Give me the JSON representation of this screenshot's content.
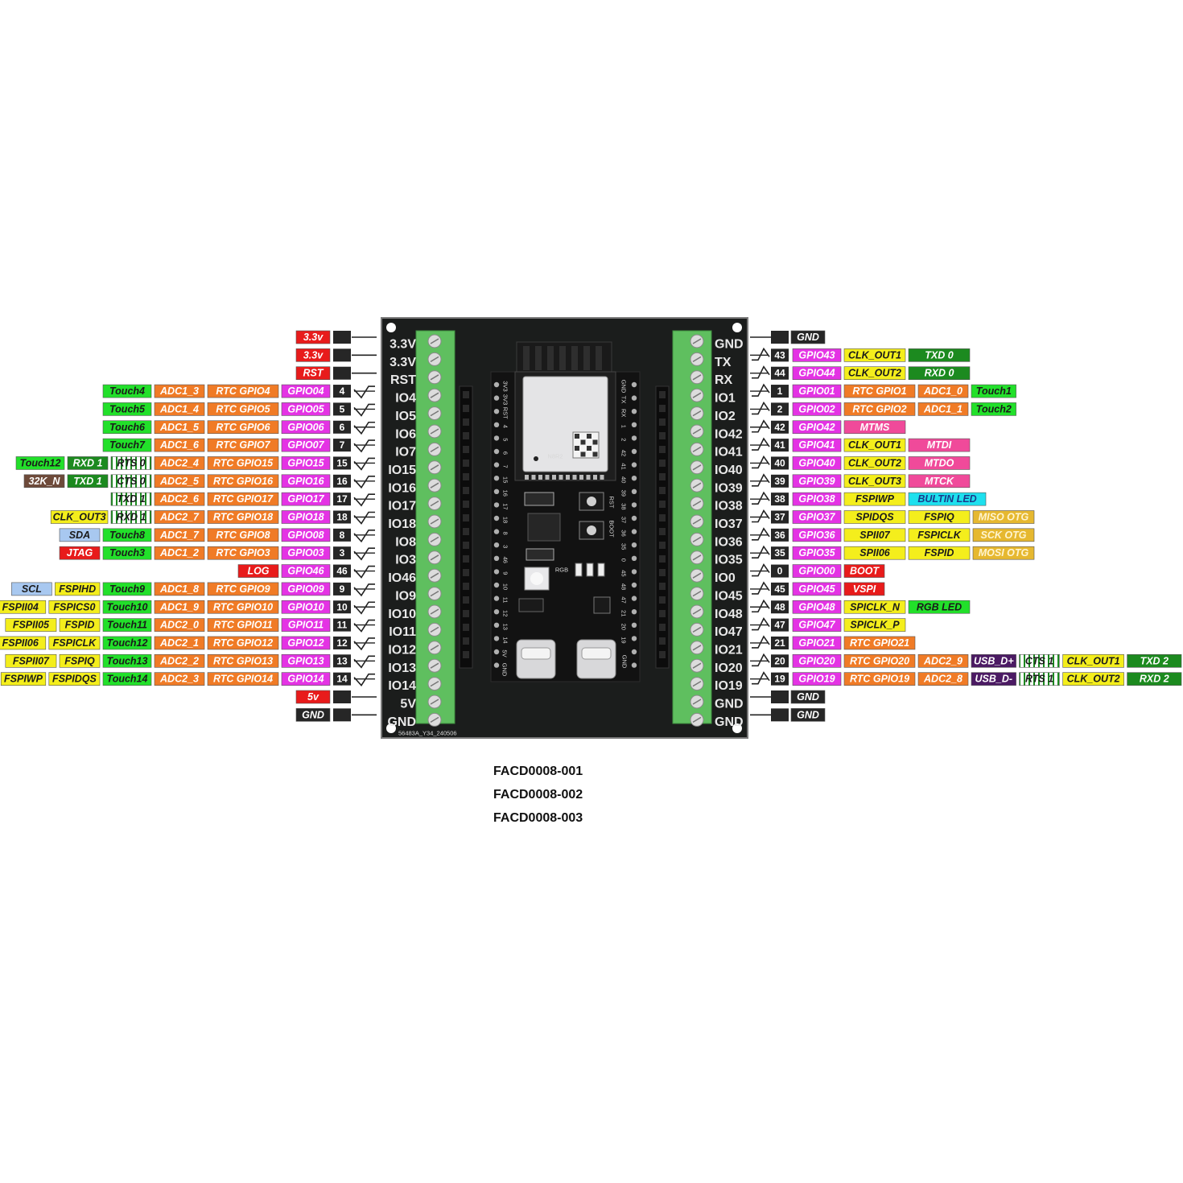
{
  "board": {
    "silkscreen": "56483A_Y34_240506",
    "module_text": "N8R2",
    "button_rst": "RST",
    "button_boot": "BOOT",
    "led_label": "RGB",
    "usb_left": "5V",
    "usb_left_gnd": "GND",
    "usb_right_gnd": "GND",
    "header_top": [
      "3V3",
      "3V3",
      "RST",
      "4",
      "5",
      "6",
      "7",
      "15",
      "16",
      "17",
      "18",
      "8",
      "3",
      "46",
      "9",
      "10",
      "11",
      "12",
      "13",
      "14"
    ],
    "header_top_right": [
      "GND",
      "TX",
      "RX",
      "1",
      "2",
      "42",
      "41",
      "40",
      "39",
      "38",
      "37",
      "36",
      "35",
      "0",
      "45",
      "48",
      "47",
      "21",
      "20",
      "19"
    ]
  },
  "part_numbers": [
    "FACD0008-001",
    "FACD0008-002",
    "FACD0008-003"
  ],
  "colors": {
    "red": "#e81b1b",
    "black": "#262626",
    "green": "#22e02a",
    "darkgreen": "#1c8a1f",
    "orange": "#f07b26",
    "magenta": "#e433e4",
    "yellow": "#f4ee1c",
    "gold": "#e6b830",
    "pink": "#f04a9a",
    "cyan": "#1ee0ee",
    "purple": "#4b1a63",
    "lightblue": "#a8c8f0",
    "salmon": "#f2986a",
    "brown": "#6e4a3a",
    "stripe": "#ffffff",
    "pcb": "#1b1d1c",
    "terminal": "#5fbf5f"
  },
  "left_pins": [
    {
      "label": "3.3V",
      "num": "",
      "tags": [
        {
          "t": "3.3v",
          "c": "red"
        }
      ]
    },
    {
      "label": "3.3V",
      "num": "",
      "tags": [
        {
          "t": "3.3v",
          "c": "red"
        }
      ]
    },
    {
      "label": "RST",
      "num": "",
      "tags": [
        {
          "t": "RST",
          "c": "red"
        }
      ]
    },
    {
      "label": "IO4",
      "num": "4",
      "tags": [
        {
          "t": "GPIO04",
          "c": "magenta"
        },
        {
          "t": "RTC GPIO4",
          "c": "orange"
        },
        {
          "t": "ADC1_3",
          "c": "orange"
        },
        {
          "t": "Touch4",
          "c": "green"
        }
      ]
    },
    {
      "label": "IO5",
      "num": "5",
      "tags": [
        {
          "t": "GPIO05",
          "c": "magenta"
        },
        {
          "t": "RTC GPIO5",
          "c": "orange"
        },
        {
          "t": "ADC1_4",
          "c": "orange"
        },
        {
          "t": "Touch5",
          "c": "green"
        }
      ]
    },
    {
      "label": "IO6",
      "num": "6",
      "tags": [
        {
          "t": "GPIO06",
          "c": "magenta"
        },
        {
          "t": "RTC GPIO6",
          "c": "orange"
        },
        {
          "t": "ADC1_5",
          "c": "orange"
        },
        {
          "t": "Touch6",
          "c": "green"
        }
      ]
    },
    {
      "label": "IO7",
      "num": "7",
      "tags": [
        {
          "t": "GPIO07",
          "c": "magenta"
        },
        {
          "t": "RTC GPIO7",
          "c": "orange"
        },
        {
          "t": "ADC1_6",
          "c": "orange"
        },
        {
          "t": "Touch7",
          "c": "green"
        }
      ]
    },
    {
      "label": "IO15",
      "num": "15",
      "tags": [
        {
          "t": "GPIO15",
          "c": "magenta"
        },
        {
          "t": "RTC GPIO15",
          "c": "orange"
        },
        {
          "t": "ADC2_4",
          "c": "orange"
        },
        {
          "t": "RTS 0",
          "c": "stripe"
        },
        {
          "t": "RXD 1",
          "c": "darkgreen"
        },
        {
          "t": "Touch12",
          "c": "green"
        }
      ]
    },
    {
      "label": "IO16",
      "num": "16",
      "tags": [
        {
          "t": "GPIO16",
          "c": "magenta"
        },
        {
          "t": "RTC GPIO16",
          "c": "orange"
        },
        {
          "t": "ADC2_5",
          "c": "orange"
        },
        {
          "t": "CTS 0",
          "c": "stripe"
        },
        {
          "t": "TXD 1",
          "c": "darkgreen"
        },
        {
          "t": "32K_N",
          "c": "brown"
        }
      ]
    },
    {
      "label": "IO17",
      "num": "17",
      "tags": [
        {
          "t": "GPIO17",
          "c": "magenta"
        },
        {
          "t": "RTC GPIO17",
          "c": "orange"
        },
        {
          "t": "ADC2_6",
          "c": "orange"
        },
        {
          "t": "TXD 1",
          "c": "stripe"
        }
      ]
    },
    {
      "label": "IO18",
      "num": "18",
      "tags": [
        {
          "t": "GPIO18",
          "c": "magenta"
        },
        {
          "t": "RTC GPIO18",
          "c": "orange"
        },
        {
          "t": "ADC2_7",
          "c": "orange"
        },
        {
          "t": "RXD 1",
          "c": "stripe"
        },
        {
          "t": "CLK_OUT3",
          "c": "yellow"
        }
      ]
    },
    {
      "label": "IO8",
      "num": "8",
      "tags": [
        {
          "t": "GPIO08",
          "c": "magenta"
        },
        {
          "t": "RTC GPIO8",
          "c": "orange"
        },
        {
          "t": "ADC1_7",
          "c": "orange"
        },
        {
          "t": "Touch8",
          "c": "green"
        },
        {
          "t": "SDA",
          "c": "lightblue"
        }
      ]
    },
    {
      "label": "IO3",
      "num": "3",
      "tags": [
        {
          "t": "GPIO03",
          "c": "magenta"
        },
        {
          "t": "RTC GPIO3",
          "c": "orange"
        },
        {
          "t": "ADC1_2",
          "c": "orange"
        },
        {
          "t": "Touch3",
          "c": "green"
        },
        {
          "t": "JTAG",
          "c": "red"
        }
      ]
    },
    {
      "label": "IO46",
      "num": "46",
      "tags": [
        {
          "t": "GPIO46",
          "c": "magenta"
        },
        {
          "t": "LOG",
          "c": "red"
        }
      ]
    },
    {
      "label": "IO9",
      "num": "9",
      "tags": [
        {
          "t": "GPIO09",
          "c": "magenta"
        },
        {
          "t": "RTC GPIO9",
          "c": "orange"
        },
        {
          "t": "ADC1_8",
          "c": "orange"
        },
        {
          "t": "Touch9",
          "c": "green"
        },
        {
          "t": "FSPIHD",
          "c": "yellow"
        },
        {
          "t": "SCL",
          "c": "lightblue"
        }
      ]
    },
    {
      "label": "IO10",
      "num": "10",
      "tags": [
        {
          "t": "GPIO10",
          "c": "magenta"
        },
        {
          "t": "RTC GPIO10",
          "c": "orange"
        },
        {
          "t": "ADC1_9",
          "c": "orange"
        },
        {
          "t": "Touch10",
          "c": "green"
        },
        {
          "t": "FSPICS0",
          "c": "yellow"
        },
        {
          "t": "FSPII04",
          "c": "yellow"
        }
      ]
    },
    {
      "label": "IO11",
      "num": "11",
      "tags": [
        {
          "t": "GPIO11",
          "c": "magenta"
        },
        {
          "t": "RTC GPIO11",
          "c": "orange"
        },
        {
          "t": "ADC2_0",
          "c": "orange"
        },
        {
          "t": "Touch11",
          "c": "green"
        },
        {
          "t": "FSPID",
          "c": "yellow"
        },
        {
          "t": "FSPII05",
          "c": "yellow"
        }
      ]
    },
    {
      "label": "IO12",
      "num": "12",
      "tags": [
        {
          "t": "GPIO12",
          "c": "magenta"
        },
        {
          "t": "RTC GPIO12",
          "c": "orange"
        },
        {
          "t": "ADC2_1",
          "c": "orange"
        },
        {
          "t": "Touch12",
          "c": "green"
        },
        {
          "t": "FSPICLK",
          "c": "yellow"
        },
        {
          "t": "FSPII06",
          "c": "yellow"
        }
      ]
    },
    {
      "label": "IO13",
      "num": "13",
      "tags": [
        {
          "t": "GPIO13",
          "c": "magenta"
        },
        {
          "t": "RTC GPIO13",
          "c": "orange"
        },
        {
          "t": "ADC2_2",
          "c": "orange"
        },
        {
          "t": "Touch13",
          "c": "green"
        },
        {
          "t": "FSPIQ",
          "c": "yellow"
        },
        {
          "t": "FSPII07",
          "c": "yellow"
        }
      ]
    },
    {
      "label": "IO14",
      "num": "14",
      "tags": [
        {
          "t": "GPIO14",
          "c": "magenta"
        },
        {
          "t": "RTC GPIO14",
          "c": "orange"
        },
        {
          "t": "ADC2_3",
          "c": "orange"
        },
        {
          "t": "Touch14",
          "c": "green"
        },
        {
          "t": "FSPIDQS",
          "c": "yellow"
        },
        {
          "t": "FSPIWP",
          "c": "yellow"
        }
      ]
    },
    {
      "label": "5V",
      "num": "",
      "tags": [
        {
          "t": "5v",
          "c": "red"
        }
      ]
    },
    {
      "label": "GND",
      "num": "",
      "tags": [
        {
          "t": "GND",
          "c": "black"
        }
      ]
    }
  ],
  "right_pins": [
    {
      "label": "GND",
      "num": "",
      "tags": [
        {
          "t": "GND",
          "c": "black"
        }
      ]
    },
    {
      "label": "TX",
      "num": "43",
      "tags": [
        {
          "t": "GPIO43",
          "c": "magenta"
        },
        {
          "t": "CLK_OUT1",
          "c": "yellow"
        },
        {
          "t": "TXD 0",
          "c": "darkgreen"
        }
      ]
    },
    {
      "label": "RX",
      "num": "44",
      "tags": [
        {
          "t": "GPIO44",
          "c": "magenta"
        },
        {
          "t": "CLK_OUT2",
          "c": "yellow"
        },
        {
          "t": "RXD 0",
          "c": "darkgreen"
        }
      ]
    },
    {
      "label": "IO1",
      "num": "1",
      "tags": [
        {
          "t": "GPIO01",
          "c": "magenta"
        },
        {
          "t": "RTC GPIO1",
          "c": "orange"
        },
        {
          "t": "ADC1_0",
          "c": "orange"
        },
        {
          "t": "Touch1",
          "c": "green"
        }
      ]
    },
    {
      "label": "IO2",
      "num": "2",
      "tags": [
        {
          "t": "GPIO02",
          "c": "magenta"
        },
        {
          "t": "RTC GPIO2",
          "c": "orange"
        },
        {
          "t": "ADC1_1",
          "c": "orange"
        },
        {
          "t": "Touch2",
          "c": "green"
        }
      ]
    },
    {
      "label": "IO42",
      "num": "42",
      "tags": [
        {
          "t": "GPIO42",
          "c": "magenta"
        },
        {
          "t": "MTMS",
          "c": "pink"
        }
      ]
    },
    {
      "label": "IO41",
      "num": "41",
      "tags": [
        {
          "t": "GPIO41",
          "c": "magenta"
        },
        {
          "t": "CLK_OUT1",
          "c": "yellow"
        },
        {
          "t": "MTDI",
          "c": "pink"
        }
      ]
    },
    {
      "label": "IO40",
      "num": "40",
      "tags": [
        {
          "t": "GPIO40",
          "c": "magenta"
        },
        {
          "t": "CLK_OUT2",
          "c": "yellow"
        },
        {
          "t": "MTDO",
          "c": "pink"
        }
      ]
    },
    {
      "label": "IO39",
      "num": "39",
      "tags": [
        {
          "t": "GPIO39",
          "c": "magenta"
        },
        {
          "t": "CLK_OUT3",
          "c": "yellow"
        },
        {
          "t": "MTCK",
          "c": "pink"
        }
      ]
    },
    {
      "label": "IO38",
      "num": "38",
      "tags": [
        {
          "t": "GPIO38",
          "c": "magenta"
        },
        {
          "t": "FSPIWP",
          "c": "yellow"
        },
        {
          "t": "BULTIN LED",
          "c": "cyan"
        }
      ]
    },
    {
      "label": "IO37",
      "num": "37",
      "tags": [
        {
          "t": "GPIO37",
          "c": "magenta"
        },
        {
          "t": "SPIDQS",
          "c": "yellow"
        },
        {
          "t": "FSPIQ",
          "c": "yellow"
        },
        {
          "t": "MISO OTG",
          "c": "gold"
        }
      ]
    },
    {
      "label": "IO36",
      "num": "36",
      "tags": [
        {
          "t": "GPIO36",
          "c": "magenta"
        },
        {
          "t": "SPII07",
          "c": "yellow"
        },
        {
          "t": "FSPICLK",
          "c": "yellow"
        },
        {
          "t": "SCK OTG",
          "c": "gold"
        }
      ]
    },
    {
      "label": "IO35",
      "num": "35",
      "tags": [
        {
          "t": "GPIO35",
          "c": "magenta"
        },
        {
          "t": "SPII06",
          "c": "yellow"
        },
        {
          "t": "FSPID",
          "c": "yellow"
        },
        {
          "t": "MOSI OTG",
          "c": "gold"
        }
      ]
    },
    {
      "label": "IO0",
      "num": "0",
      "tags": [
        {
          "t": "GPIO00",
          "c": "magenta"
        },
        {
          "t": "BOOT",
          "c": "red"
        }
      ]
    },
    {
      "label": "IO45",
      "num": "45",
      "tags": [
        {
          "t": "GPIO45",
          "c": "magenta"
        },
        {
          "t": "VSPI",
          "c": "red"
        }
      ]
    },
    {
      "label": "IO48",
      "num": "48",
      "tags": [
        {
          "t": "GPIO48",
          "c": "magenta"
        },
        {
          "t": "SPICLK_N",
          "c": "yellow"
        },
        {
          "t": "RGB LED",
          "c": "green"
        }
      ]
    },
    {
      "label": "IO47",
      "num": "47",
      "tags": [
        {
          "t": "GPIO47",
          "c": "magenta"
        },
        {
          "t": "SPICLK_P",
          "c": "yellow"
        }
      ]
    },
    {
      "label": "IO21",
      "num": "21",
      "tags": [
        {
          "t": "GPIO21",
          "c": "magenta"
        },
        {
          "t": "RTC GPIO21",
          "c": "orange"
        }
      ]
    },
    {
      "label": "IO20",
      "num": "20",
      "tags": [
        {
          "t": "GPIO20",
          "c": "magenta"
        },
        {
          "t": "RTC GPIO20",
          "c": "orange"
        },
        {
          "t": "ADC2_9",
          "c": "orange"
        },
        {
          "t": "USB_D+",
          "c": "purple"
        },
        {
          "t": "CTS 1",
          "c": "stripe"
        },
        {
          "t": "CLK_OUT1",
          "c": "yellow"
        },
        {
          "t": "TXD 2",
          "c": "darkgreen"
        }
      ]
    },
    {
      "label": "IO19",
      "num": "19",
      "tags": [
        {
          "t": "GPIO19",
          "c": "magenta"
        },
        {
          "t": "RTC GPIO19",
          "c": "orange"
        },
        {
          "t": "ADC2_8",
          "c": "orange"
        },
        {
          "t": "USB_D-",
          "c": "purple"
        },
        {
          "t": "RTS 1",
          "c": "stripe"
        },
        {
          "t": "CLK_OUT2",
          "c": "yellow"
        },
        {
          "t": "RXD 2",
          "c": "darkgreen"
        }
      ]
    },
    {
      "label": "GND",
      "num": "",
      "tags": [
        {
          "t": "GND",
          "c": "black"
        }
      ]
    },
    {
      "label": "GND",
      "num": "",
      "tags": [
        {
          "t": "GND",
          "c": "black"
        }
      ]
    }
  ]
}
